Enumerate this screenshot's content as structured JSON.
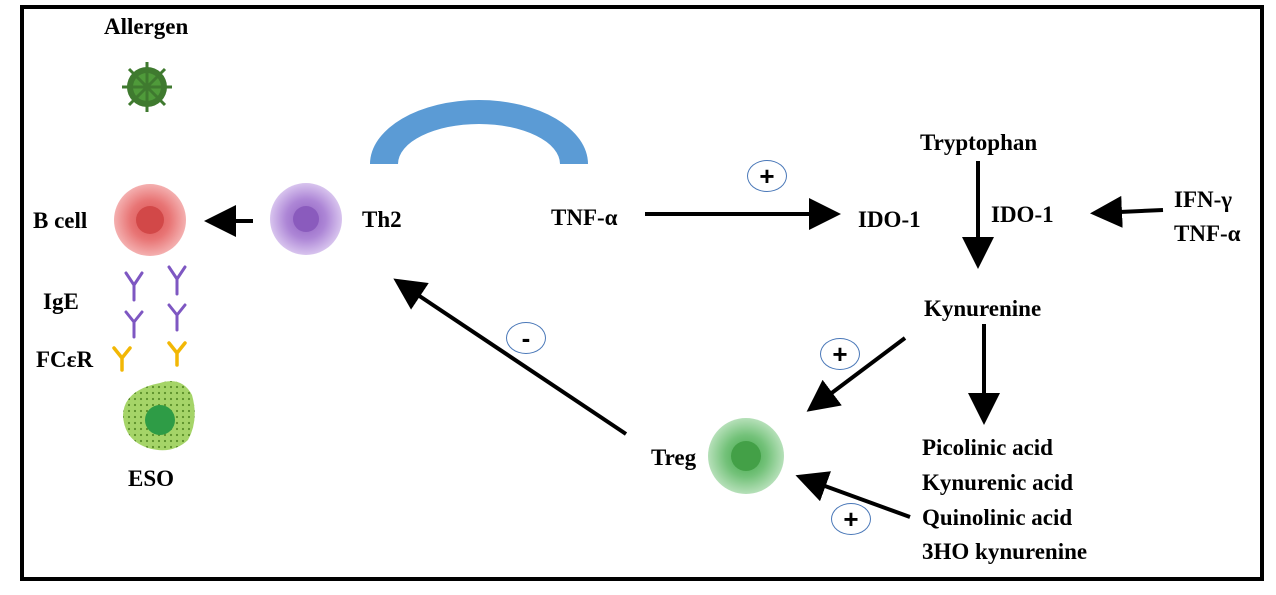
{
  "diagram": {
    "labels": {
      "allergen": "Allergen",
      "b_cell": "B cell",
      "ige": "IgE",
      "fcer": "FCεR",
      "eso": "ESO",
      "th2": "Th2",
      "tnf_alpha_left": "TNF-α",
      "ido1_left": "IDO-1",
      "tryptophan": "Tryptophan",
      "ido1_right": "IDO-1",
      "ifn_gamma": "IFN-γ",
      "tnf_alpha_right": "TNF-α",
      "kynurenine": "Kynurenine",
      "treg": "Treg",
      "metabolites": [
        "Picolinic acid",
        "Kynurenic acid",
        "Quinolinic acid",
        "3HO kynurenine"
      ]
    },
    "signs": {
      "tnf_to_ido": "+",
      "treg_to_th2": "-",
      "kynurenine_to_treg": "+",
      "metabolites_to_treg": "+"
    },
    "colors": {
      "arc": "#5b9bd5",
      "b_cell": "#e06666",
      "th2": "#9b72c4",
      "treg": "#66bb6a",
      "eso": "#8bc34a",
      "antibody": "#7e57c2",
      "receptor": "#f2b705",
      "sign_border": "#4a78b8"
    }
  }
}
